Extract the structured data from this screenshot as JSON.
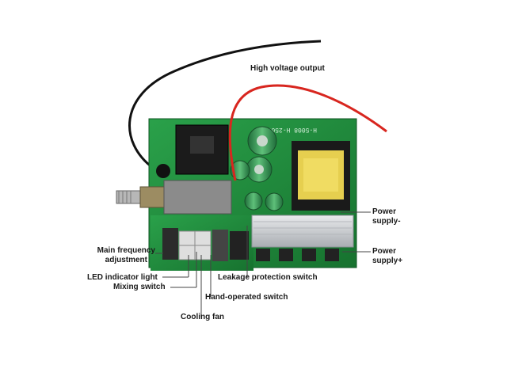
{
  "labels": {
    "high_voltage_output": "High voltage output",
    "power_supply_minus_line1": "Power",
    "power_supply_minus_line2": "supply-",
    "power_supply_plus_line1": "Power",
    "power_supply_plus_line2": "supply+",
    "main_frequency_line1": "Main frequency",
    "main_frequency_line2": "adjustment",
    "led_indicator_light": "LED indicator light",
    "mixing_switch": "Mixing switch",
    "leakage_protection_switch": "Leakage protection switch",
    "hand_operated_switch": "Hand-operated switch",
    "cooling_fan": "Cooling fan"
  },
  "board_silkscreen": "H-5008 H-2508",
  "colors": {
    "pcb_green": "#1f8a3c",
    "wire_black": "#111111",
    "wire_red": "#d8261f",
    "transformer_yellow": "#e6cf4f",
    "heatsink_silver": "#c9ccd0",
    "leader_line": "#444444"
  }
}
